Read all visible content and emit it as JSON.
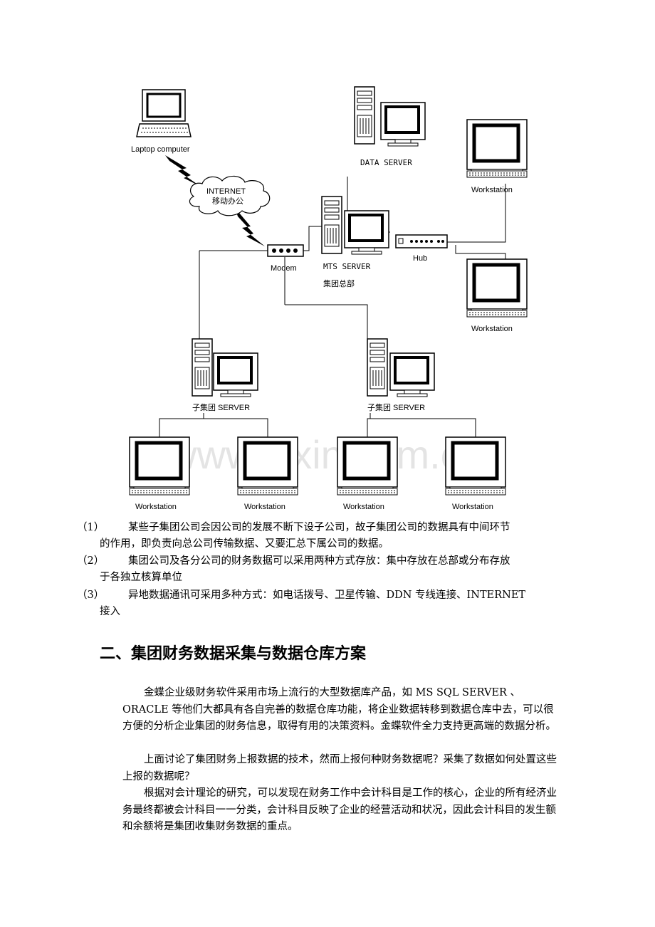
{
  "diagram": {
    "watermark": "www.zixin.com.cn",
    "laptop_label": "Laptop computer",
    "cloud_label_1": "INTERNET",
    "cloud_label_2": "移动办公",
    "data_server_label": "DATA  SERVER",
    "mts_server_label": "MTS  SERVER",
    "hq_label": "集团总部",
    "modem_label": "Modem",
    "hub_label": "Hub",
    "sub_server_left_label": "子集团 SERVER",
    "sub_server_right_label": "子集团 SERVER",
    "workstation_label": "Workstation"
  },
  "notes": [
    {
      "num": "（1）",
      "line1": "某些子集团公司会因公司的发展不断下设子公司，故子集团公司的数据具有中间环节",
      "line2": "的作用，即负责向总公司传输数据、又要汇总下属公司的数据。"
    },
    {
      "num": "（2）",
      "line1": "集团公司及各分公司的财务数据可以采用两种方式存放：集中存放在总部或分布存放",
      "line2": "于各独立核算单位"
    },
    {
      "num": "（3）",
      "line1": "异地数据通讯可采用多种方式：如电话拨号、卫星传输、DDN 专线连接、INTERNET",
      "line2": "接入"
    }
  ],
  "section_title": "二、集团财务数据采集与数据仓库方案",
  "paragraphs": [
    "金蝶企业级财务软件采用市场上流行的大型数据库产品，如 MS SQL SERVER 、ORACLE 等他们大都具有各自完善的数据仓库功能，将企业数据转移到数据仓库中去，可以很方便的分析企业集团的财务信息，取得有用的决策资料。金蝶软件全力支持更高端的数据分析。",
    "上面讨论了集团财务上报数据的技术，然而上报何种财务数据呢？采集了数据如何处置这些上报的数据呢？",
    "根据对会计理论的研究，可以发现在财务工作中会计科目是工作的核心，企业的所有经济业务最终都被会计科目一一分类，会计科目反映了企业的经营活动和状况，因此会计科目的发生额和余额将是集团收集财务数据的重点。"
  ]
}
